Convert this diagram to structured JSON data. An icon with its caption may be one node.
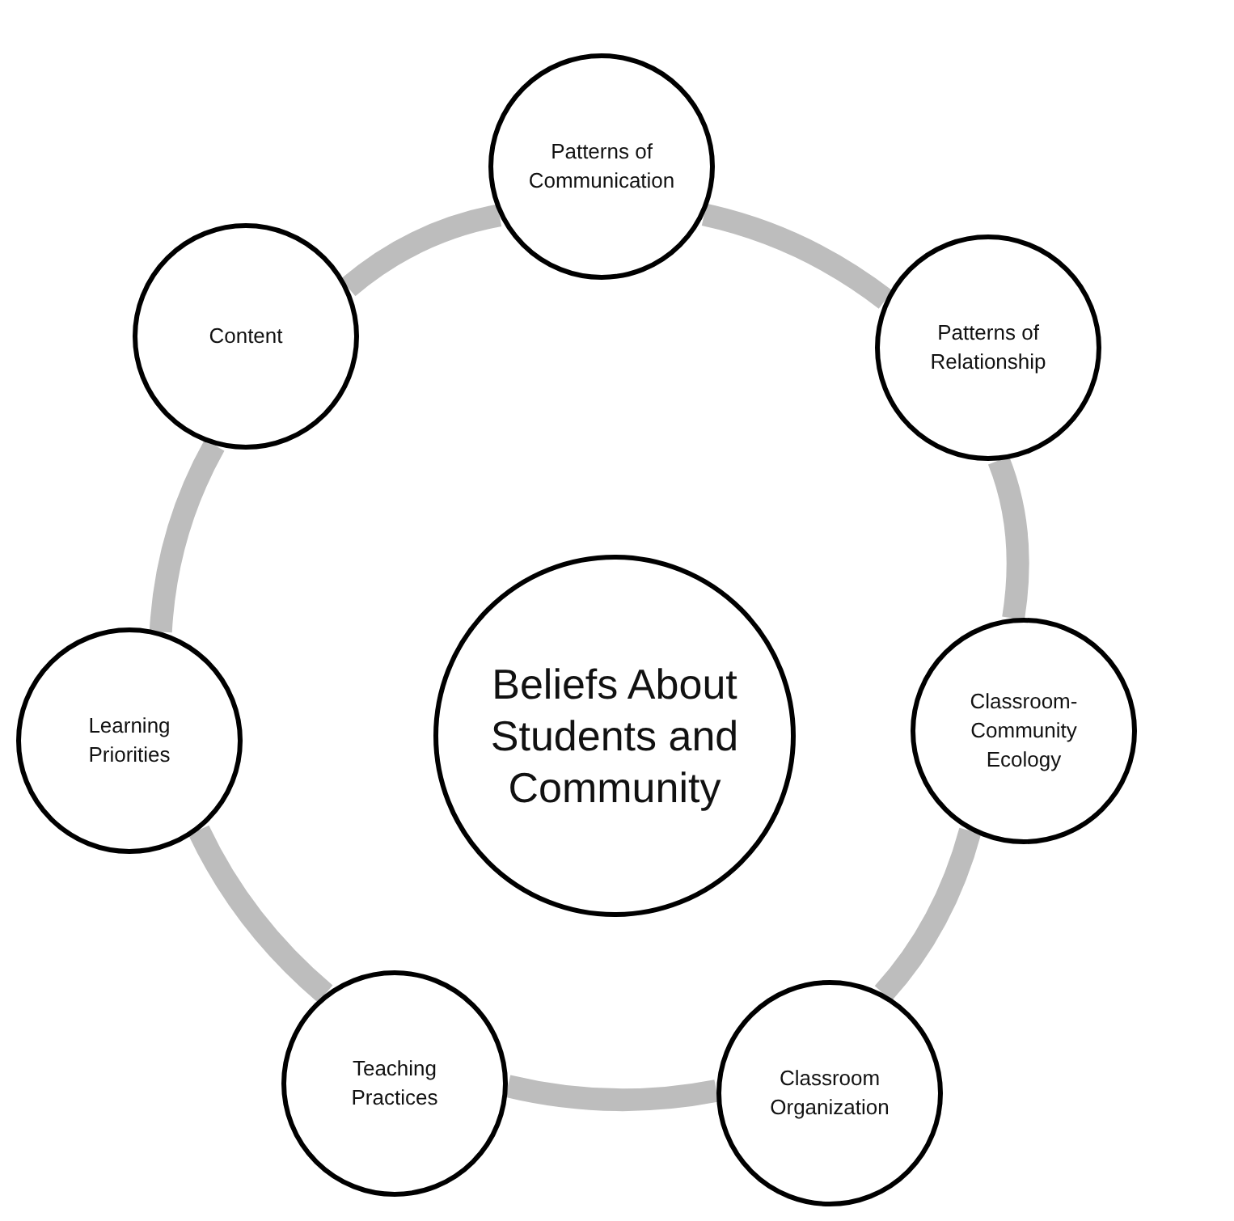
{
  "diagram": {
    "nodes": [
      {
        "text": [
          "Patterns of Communication"
        ]
      },
      {
        "text": [
          "Content"
        ]
      },
      {
        "text": [
          "Patterns of Relationship"
        ]
      },
      {
        "text": [
          "Beliefs About Students and Community"
        ]
      },
      {
        "text": [
          "Classroom-Community Ecology"
        ]
      },
      {
        "text": [
          "Learning Priorities"
        ]
      },
      {
        "text": [
          "Teaching Practices"
        ]
      },
      {
        "text": [
          "Classroom Organization"
        ]
      }
    ],
    "edges": [
      {
        "from": 0,
        "to": 2,
        "arrow": "none"
      },
      {
        "from": 2,
        "to": 4,
        "arrow": "none"
      },
      {
        "from": 4,
        "to": 7,
        "arrow": "none"
      },
      {
        "from": 7,
        "to": 6,
        "arrow": "none"
      },
      {
        "from": 6,
        "to": 5,
        "arrow": "none"
      },
      {
        "from": 5,
        "to": 1,
        "arrow": "none"
      },
      {
        "from": 1,
        "to": 0,
        "arrow": "none"
      }
    ]
  }
}
